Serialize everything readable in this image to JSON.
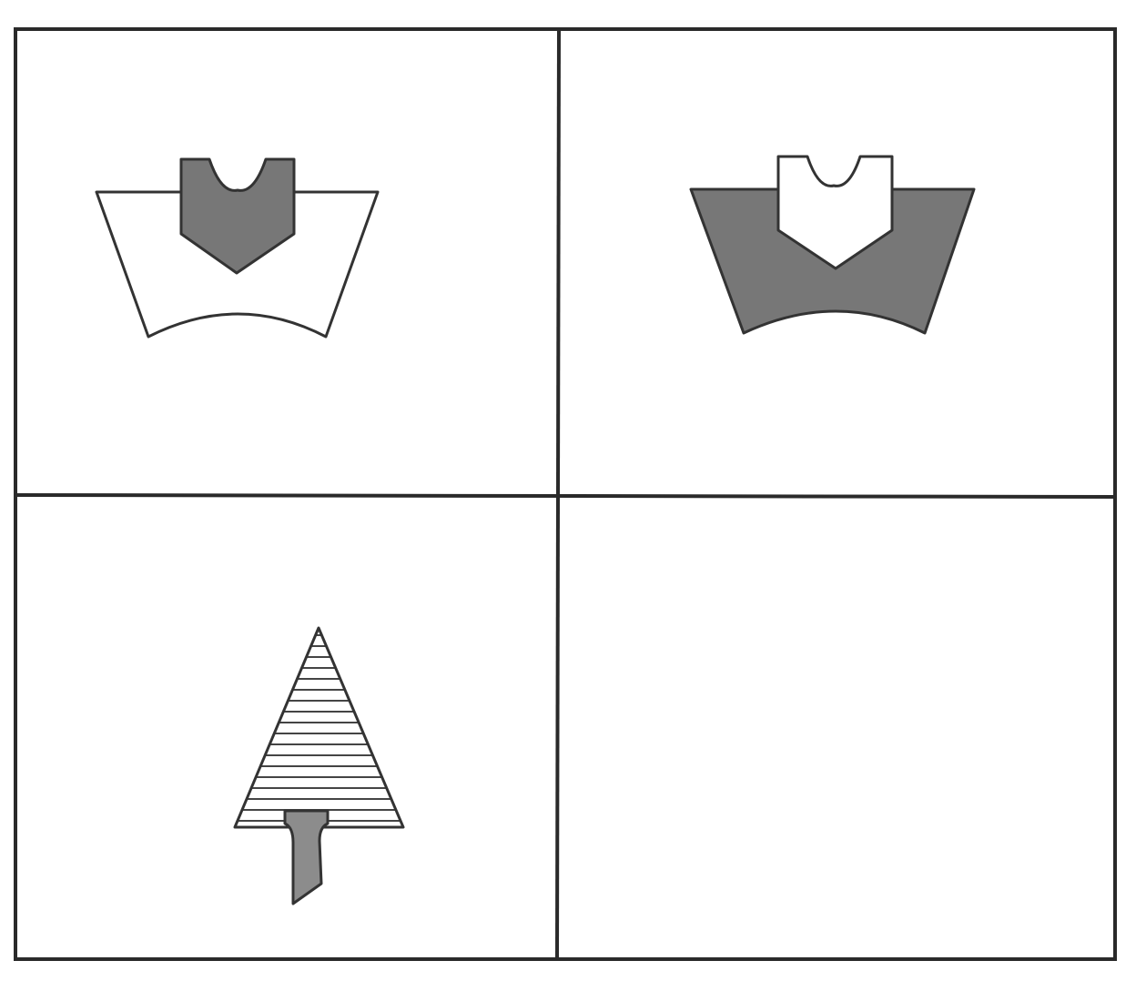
{
  "puzzle": {
    "panels": [
      {
        "position": "top-left",
        "figures": [
          {
            "shape": "trapezoid-with-arc-base",
            "fill": "white"
          },
          {
            "shape": "notched-pentagon",
            "fill": "dark-gray"
          }
        ]
      },
      {
        "position": "top-right",
        "figures": [
          {
            "shape": "trapezoid-with-arc-base",
            "fill": "dark-gray"
          },
          {
            "shape": "notched-pentagon",
            "fill": "white"
          }
        ]
      },
      {
        "position": "bottom-left",
        "figures": [
          {
            "shape": "triangle",
            "fill": "horizontal-stripes"
          },
          {
            "shape": "slanted-stem",
            "fill": "gray"
          }
        ]
      },
      {
        "position": "bottom-right",
        "figures": []
      }
    ]
  },
  "colors": {
    "border": "#2a2a2a",
    "dark_fill": "#777777",
    "stem_fill": "#8c8c8c",
    "stripe": "#444444",
    "background": "#ffffff"
  }
}
